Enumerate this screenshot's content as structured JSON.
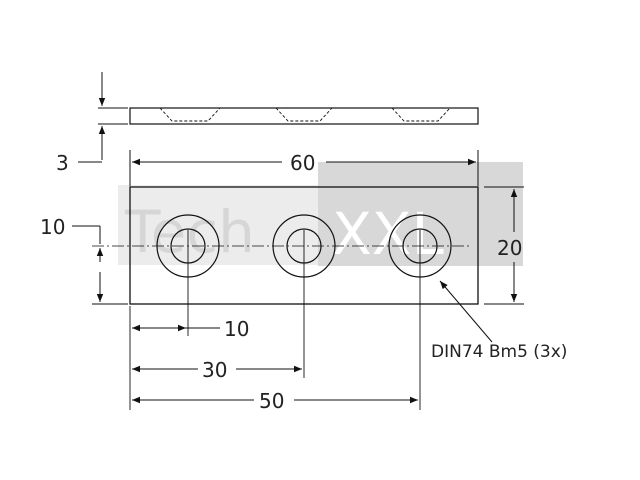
{
  "watermark": {
    "part1": "Tech",
    "part2": "XXL",
    "color": "#d8d8d8"
  },
  "dimensions": {
    "thickness": "3",
    "overall_length": "60",
    "height": "20",
    "edge_height": "10",
    "hole1_offset": "10",
    "hole2_offset": "30",
    "hole3_offset": "50"
  },
  "callout": {
    "text": "DIN74 Bm5 (3x)"
  },
  "colors": {
    "line": "#111111",
    "text": "#222222"
  }
}
